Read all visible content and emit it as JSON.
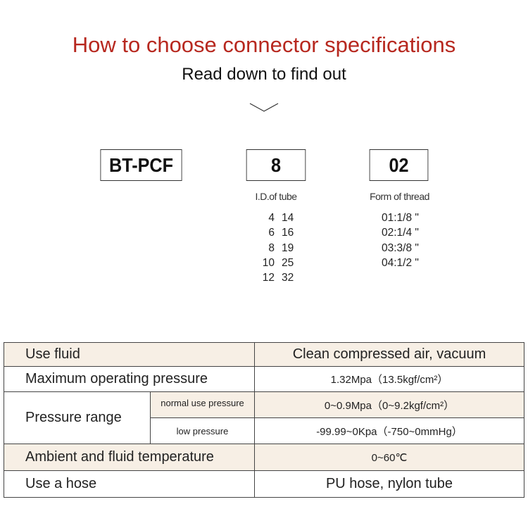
{
  "header": {
    "title": "How to choose connector specifications",
    "subtitle": "Read down to find out",
    "chevron_icon": "chevron-down-icon",
    "title_color": "#b7281f"
  },
  "code": {
    "series": "BT-PCF",
    "tube": "8",
    "thread": "02"
  },
  "tube": {
    "label": "I.D.of tube",
    "sizes": [
      [
        "4",
        "14"
      ],
      [
        "6",
        "16"
      ],
      [
        "8",
        "19"
      ],
      [
        "10",
        "25"
      ],
      [
        "12",
        "32"
      ]
    ]
  },
  "thread": {
    "label": "Form of thread",
    "options": [
      "01:1/8 \"",
      "02:1/4 \"",
      "03:3/8 \"",
      "04:1/2 \""
    ]
  },
  "specs": {
    "fluid": {
      "label": "Use fluid",
      "value": "Clean compressed air, vacuum"
    },
    "max_pressure": {
      "label": "Maximum operating pressure",
      "value": "1.32Mpa（13.5kgf/cm²）"
    },
    "pressure_range": {
      "label": "Pressure range",
      "normal_label": "normal use pressure",
      "normal_value": "0~0.9Mpa（0~9.2kgf/cm²）",
      "low_label": "low pressure",
      "low_value": "-99.99~0Kpa（-750~0mmHg）"
    },
    "temperature": {
      "label": "Ambient and fluid temperature",
      "value": "0~60℃"
    },
    "hose": {
      "label": "Use a hose",
      "value": "PU hose, nylon tube"
    }
  }
}
